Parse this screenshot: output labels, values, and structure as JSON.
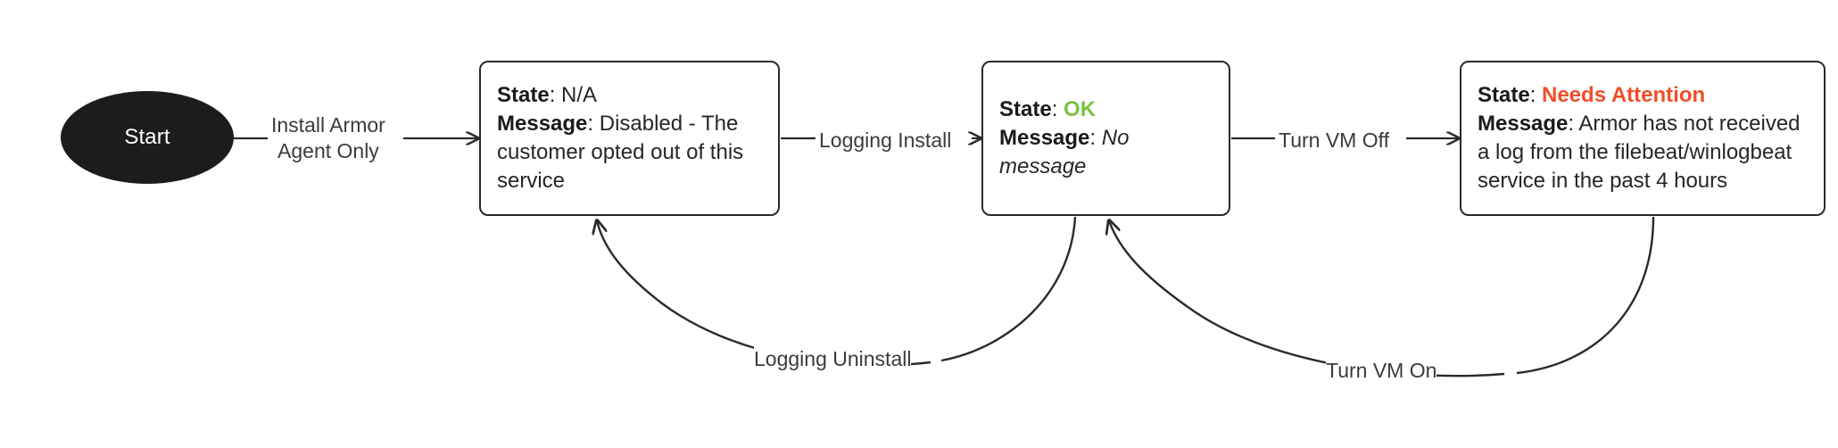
{
  "diagram": {
    "title": "Armor Agent / Logging state transition diagram",
    "colors": {
      "start_fill": "#1c1c1c",
      "start_text": "#ffffff",
      "box_border": "#2a2a2a",
      "box_fill": "#ffffff",
      "text": "#262626",
      "edge": "#2a2a2a",
      "state_ok_green": "#7dc242",
      "state_attention_red": "#f04e28"
    },
    "nodes": [
      {
        "id": "start",
        "shape": "ellipse",
        "label": "Start"
      },
      {
        "id": "state-na",
        "shape": "rounded-rect",
        "state_key": "State",
        "state_value": "N/A",
        "message_key": "Message",
        "message_value": "Disabled - The customer opted out of this service"
      },
      {
        "id": "state-ok",
        "shape": "rounded-rect",
        "state_key": "State",
        "state_value": "OK",
        "message_key": "Message",
        "message_value": "No message"
      },
      {
        "id": "state-attention",
        "shape": "rounded-rect",
        "state_key": "State",
        "state_value": "Needs Attention",
        "message_key": "Message",
        "message_value": "Armor has not received a log from the filebeat/winlogbeat service in the past 4 hours"
      }
    ],
    "edges": [
      {
        "id": "install-armor-agent-only",
        "from": "start",
        "to": "state-na",
        "label": "Install Armor\nAgent Only"
      },
      {
        "id": "logging-install",
        "from": "state-na",
        "to": "state-ok",
        "label": "Logging Install"
      },
      {
        "id": "turn-vm-off",
        "from": "state-ok",
        "to": "state-attention",
        "label": "Turn VM Off"
      },
      {
        "id": "logging-uninstall",
        "from": "state-ok",
        "to": "state-na",
        "label": "Logging Uninstall"
      },
      {
        "id": "turn-vm-on",
        "from": "state-attention",
        "to": "state-ok",
        "label": "Turn VM On"
      }
    ]
  }
}
